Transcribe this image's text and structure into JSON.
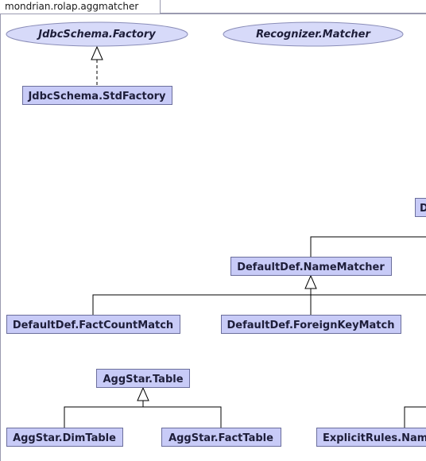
{
  "package_tab": {
    "label": "mondrian.rolap.aggmatcher"
  },
  "interfaces": {
    "jdbc_schema_factory": "JdbcSchema.Factory",
    "recognizer_matcher": "Recognizer.Matcher"
  },
  "classes": {
    "jdbc_schema_std_factory": "JdbcSchema.StdFactory",
    "default_def_partial": "D",
    "default_def_name_matcher": "DefaultDef.NameMatcher",
    "default_def_fact_count_match": "DefaultDef.FactCountMatch",
    "default_def_foreign_key_match": "DefaultDef.ForeignKeyMatch",
    "agg_star_table": "AggStar.Table",
    "agg_star_dim_table": "AggStar.DimTable",
    "agg_star_fact_table": "AggStar.FactTable",
    "explicit_rules_partial": "ExplicitRules.Nam"
  },
  "colors": {
    "class_fill": "#c8cbf7",
    "interface_fill": "#d7daf9",
    "border": "#6b6e9c"
  }
}
